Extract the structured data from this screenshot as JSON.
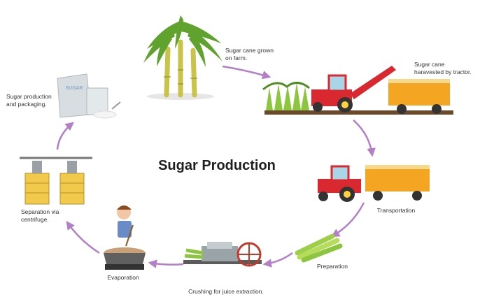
{
  "title": "Sugar Production",
  "steps": {
    "grown": "Sugar cane grown on farm.",
    "harvested": "Sugar cane haravested by tractor.",
    "transportation": "Transportation",
    "preparation": "Preparation",
    "crushing": "Crushing for juice extraction.",
    "evaporation": "Evaporation",
    "separation": "Separation via centrifuge.",
    "packaging": "Sugar production and packaging."
  },
  "bag_text": "SUGAR",
  "colors": {
    "arrow": "#b27fc8",
    "tractor": "#d9282f",
    "trailer": "#f4a521",
    "cane": "#7fbf3a",
    "title": "#1f1f1f"
  }
}
